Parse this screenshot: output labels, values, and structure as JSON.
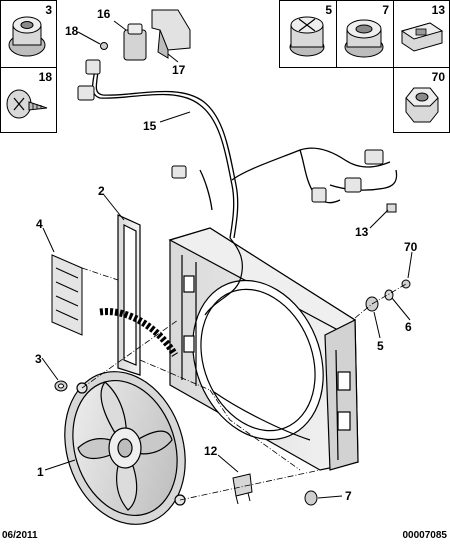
{
  "insets": [
    {
      "id": "inset-3",
      "number": "3",
      "part": "grommet"
    },
    {
      "id": "inset-18",
      "number": "18",
      "part": "screw"
    },
    {
      "id": "inset-5",
      "number": "5",
      "part": "clip"
    },
    {
      "id": "inset-7",
      "number": "7",
      "part": "grommet"
    },
    {
      "id": "inset-13",
      "number": "13",
      "part": "clip"
    },
    {
      "id": "inset-70",
      "number": "70",
      "part": "nut"
    }
  ],
  "callouts": {
    "c16": "16",
    "c18": "18",
    "c17": "17",
    "c15": "15",
    "c2": "2",
    "c4": "4",
    "c13": "13",
    "c70": "70",
    "c5": "5",
    "c6": "6",
    "c3": "3",
    "c1": "1",
    "c12": "12",
    "c7": "7"
  },
  "footer": {
    "date": "06/2011",
    "reference": "00007085"
  },
  "colors": {
    "line": "#000000",
    "part_fill": "#e6e6e6",
    "part_shade": "#bdbdbd",
    "hatch": "#000000"
  }
}
